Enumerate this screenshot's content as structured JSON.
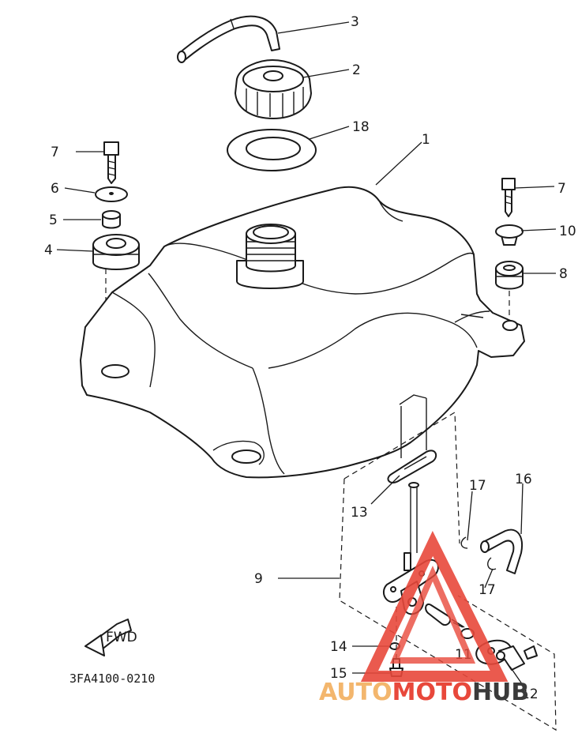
{
  "diagram": {
    "drawing_code": "3FA4100-0210",
    "fwd_label": "FWD",
    "callouts": [
      "1",
      "2",
      "3",
      "4",
      "5",
      "6",
      "7",
      "7",
      "8",
      "9",
      "10",
      "11",
      "12",
      "13",
      "14",
      "15",
      "16",
      "17",
      "17",
      "18"
    ]
  },
  "watermark": {
    "part_a": "AUTO",
    "part_b": "MOTO",
    "part_c": "HUB"
  },
  "colors": {
    "ink": "#1a1a1a",
    "watermark_red": "#e8483b",
    "watermark_orange": "#f3b66d"
  }
}
